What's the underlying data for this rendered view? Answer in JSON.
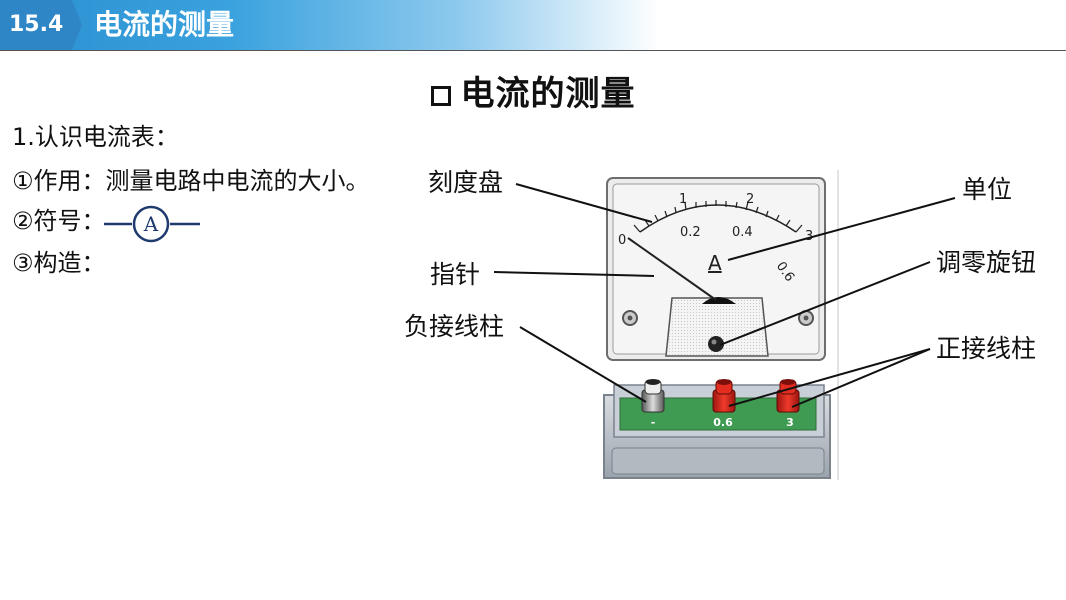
{
  "header": {
    "section_number": "15.4",
    "section_title": "电流的测量"
  },
  "main_title": "电流的测量",
  "content": {
    "line1": "1.认识电流表：",
    "line2": "①作用：测量电路中电流的大小。",
    "line3": "②符号：",
    "line4": "③构造：",
    "symbol_letter": "A"
  },
  "diagram": {
    "labels": {
      "dial": "刻度盘",
      "pointer": "指针",
      "negative_terminal": "负接线柱",
      "unit": "单位",
      "zero_adjust": "调零旋钮",
      "positive_terminal": "正接线柱"
    },
    "scale_top": [
      "1",
      "2",
      "3"
    ],
    "scale_bottom": [
      "0",
      "0.2",
      "0.4",
      "0.6"
    ],
    "unit_letter": "A",
    "terminals": [
      "-",
      "0.6",
      "3"
    ]
  },
  "colors": {
    "banner": "#2f86c7",
    "terminal_red": "#d8261c",
    "base_green": "#3f9a52"
  }
}
